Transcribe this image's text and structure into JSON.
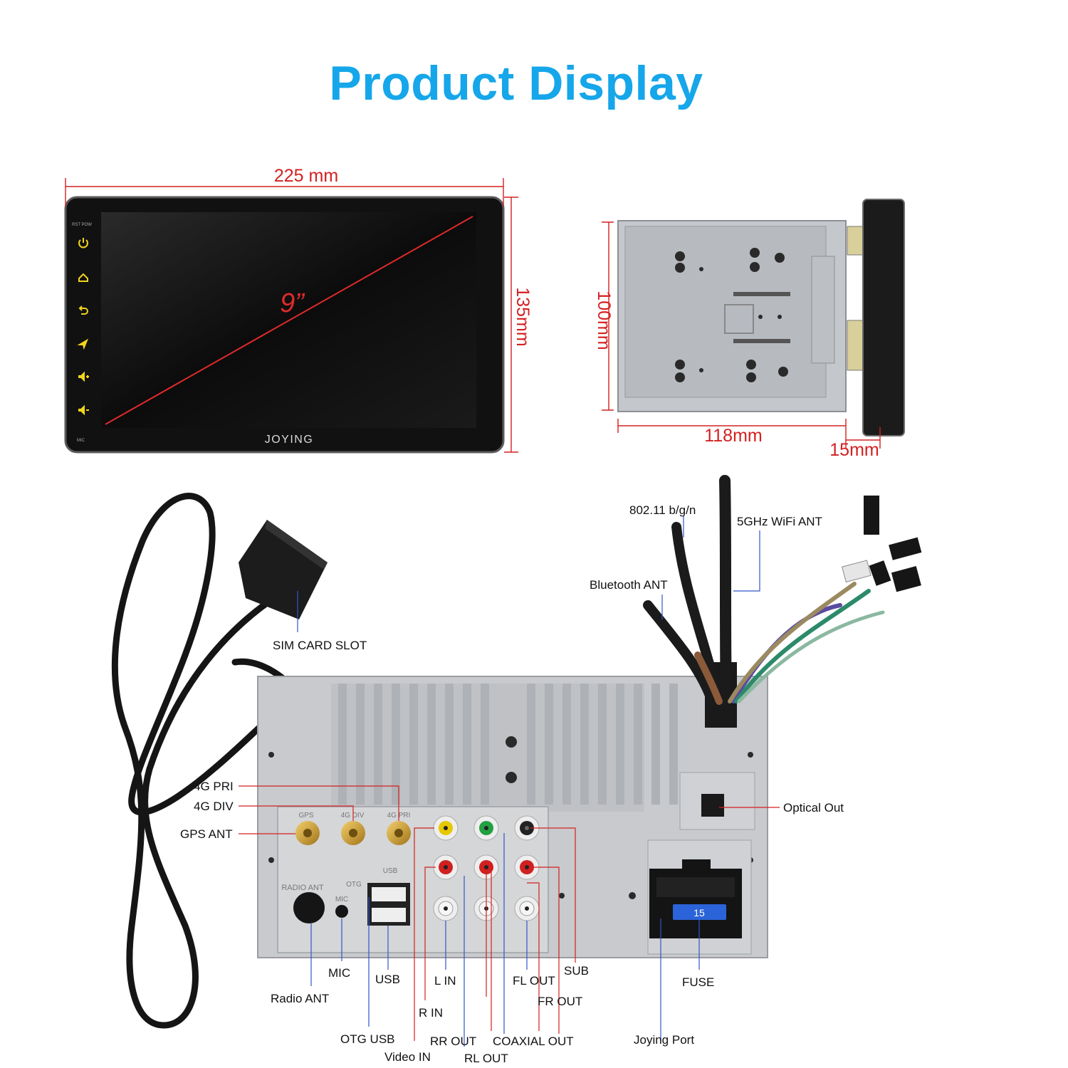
{
  "title": "Product Display",
  "brand": "JOYING",
  "screen_size": "9”",
  "front": {
    "top_labels": "RST POW",
    "mic_label": "MIC",
    "button_icons": [
      "power-icon",
      "home-icon",
      "back-icon",
      "navigation-icon",
      "volume-up-icon",
      "volume-down-icon"
    ]
  },
  "dimensions": {
    "width": "225 mm",
    "height": "135mm",
    "chassis_height": "100mm",
    "chassis_depth": "118mm",
    "panel_depth": "15mm"
  },
  "rear_panel_prints": {
    "gps": "GPS",
    "4g_div": "4G DIV",
    "4g_pri": "4G PRI",
    "radio_ant": "RADIO ANT",
    "otg": "OTG",
    "usb": "USB",
    "mic": "MIC",
    "fuse_value": "15"
  },
  "callouts": {
    "sim_card_slot": "SIM CARD SLOT",
    "wifi_bgn": "802.11 b/g/n",
    "wifi_5ghz": "5GHz WiFi ANT",
    "bluetooth": "Bluetooth ANT",
    "4g_pri": "4G PRI",
    "4g_div": "4G DIV",
    "gps_ant": "GPS ANT",
    "optical_out": "Optical Out",
    "mic": "MIC",
    "radio_ant": "Radio ANT",
    "usb": "USB",
    "otg_usb": "OTG USB",
    "l_in": "L IN",
    "r_in": "R IN",
    "video_in": "Video IN",
    "rr_out": "RR OUT",
    "rl_out": "RL OUT",
    "fl_out": "FL OUT",
    "fr_out": "FR OUT",
    "coaxial_out": "COAXIAL OUT",
    "sub": "SUB",
    "fuse": "FUSE",
    "joying_port": "Joying Port"
  },
  "colors": {
    "title": "#16a6ea",
    "dimension": "#d42020",
    "chassis": "#b9bcc0",
    "connector_gold": "#c89a2a",
    "rca_red": "#d02020",
    "rca_yellow": "#e6c800",
    "rca_green": "#22a040",
    "rca_white": "#f2f2f2",
    "fuse_blue": "#2b63d8"
  }
}
